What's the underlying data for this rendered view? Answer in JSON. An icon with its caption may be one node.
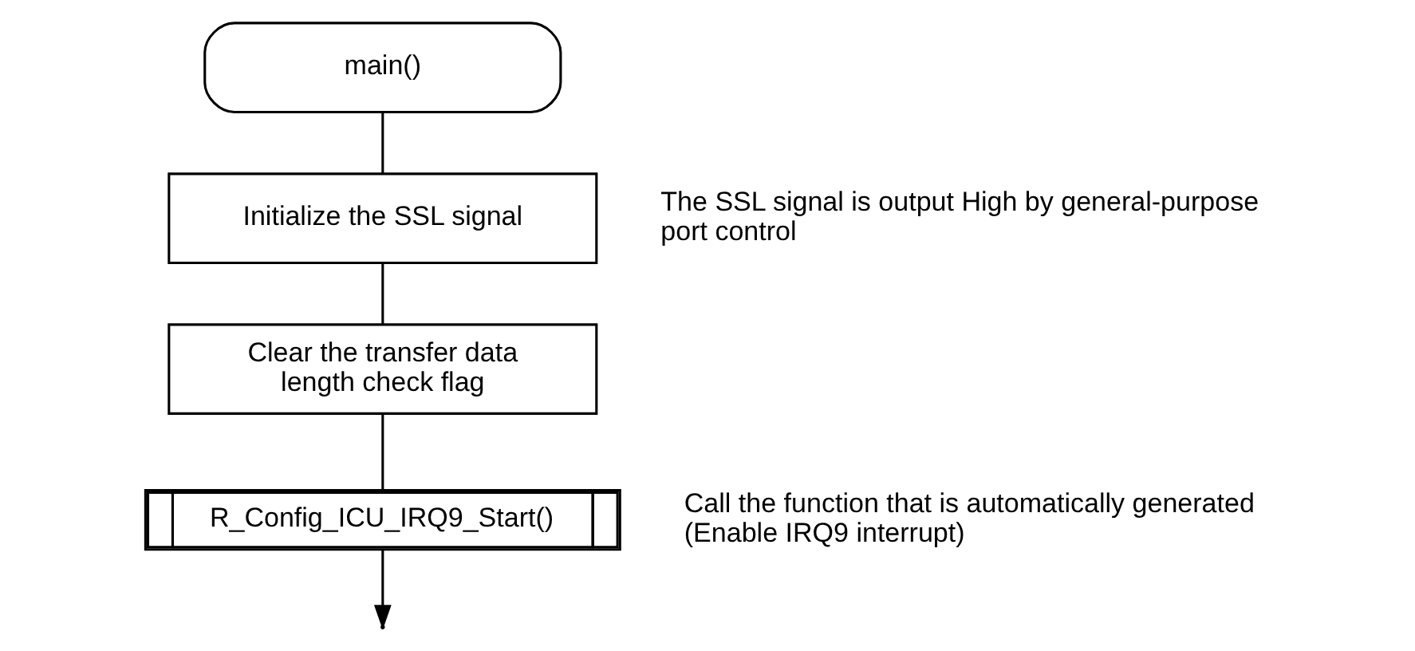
{
  "diagram": {
    "nodes": [
      {
        "text": [
          "main()"
        ]
      },
      {
        "text": [
          "Initialize the SSL signal"
        ],
        "beside": [
          "The SSL signal is output High by general-purpose port control"
        ]
      },
      {
        "text": [
          "Clear the transfer data length check flag"
        ]
      },
      {
        "text": [
          "R_Config_ICU_IRQ9_Start()"
        ],
        "beside": [
          "Call the function that is automatically generated (Enable IRQ9 interrupt)"
        ]
      }
    ],
    "edges": [
      {
        "from": 0,
        "to": 1,
        "arrow": "none"
      },
      {
        "from": 1,
        "to": 2,
        "arrow": "none"
      },
      {
        "from": 2,
        "to": 3,
        "arrow": "none"
      },
      {
        "from": 3,
        "to": null,
        "arrow": "to"
      }
    ]
  }
}
